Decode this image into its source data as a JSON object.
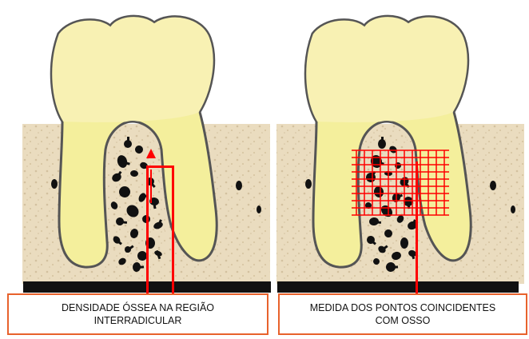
{
  "colors": {
    "bone_bg": "#eadcbf",
    "bone_speckle": "#c9b591",
    "crown": "#f8f1b3",
    "root": "#f4ef9c",
    "outline": "#555555",
    "trabecular": "#111111",
    "base_bar": "#111111",
    "accent_red": "#ff0000",
    "caption_border": "#e8622c"
  },
  "panels": [
    {
      "id": "left",
      "caption": "DENSIDADE  ÓSSEA NA REGIÃO\nINTERRADICULAR",
      "method": "density-arrow"
    },
    {
      "id": "right",
      "caption": "MEDIDA DOS PONTOS COINCIDENTES\nCOM OSSO",
      "method": "point-grid"
    }
  ]
}
